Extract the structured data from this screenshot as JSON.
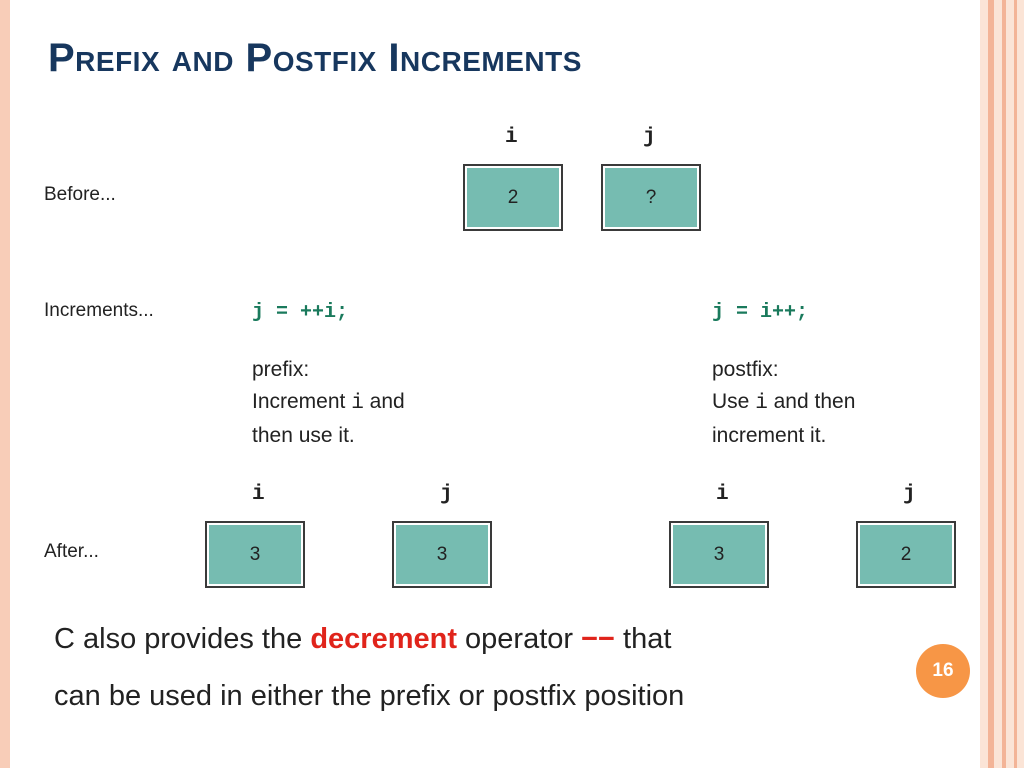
{
  "title": "Prefix and Postfix Increments",
  "labels": {
    "before": "Before...",
    "increments": "Increments...",
    "after": "After..."
  },
  "before": {
    "i_name": "i",
    "j_name": "j",
    "i_value": "2",
    "j_value": "?"
  },
  "prefix": {
    "code": "j = ++i;",
    "line1": "prefix:",
    "line2_pre": "Increment ",
    "line2_var": "i",
    "line2_post": " and",
    "line3": "then use it.",
    "after": {
      "i_name": "i",
      "j_name": "j",
      "i_value": "3",
      "j_value": "3"
    }
  },
  "postfix": {
    "code": "j = i++;",
    "line1": "postfix:",
    "line2_pre": "Use ",
    "line2_var": "i",
    "line2_post": " and then",
    "line3": "increment it.",
    "after": {
      "i_name": "i",
      "j_name": "j",
      "i_value": "3",
      "j_value": "2"
    }
  },
  "footer": {
    "line1_pre": "C also provides the ",
    "line1_emph": "decrement",
    "line1_mid": " operator ",
    "line1_op": "−−",
    "line1_post": " that",
    "line2": "can be used in either the prefix or postfix position"
  },
  "page_number": "16",
  "colors": {
    "title": "#17375e",
    "box_fill": "#76bcb1",
    "code": "#1a7a5c",
    "emphasis": "#e0241b",
    "badge": "#f79646"
  }
}
